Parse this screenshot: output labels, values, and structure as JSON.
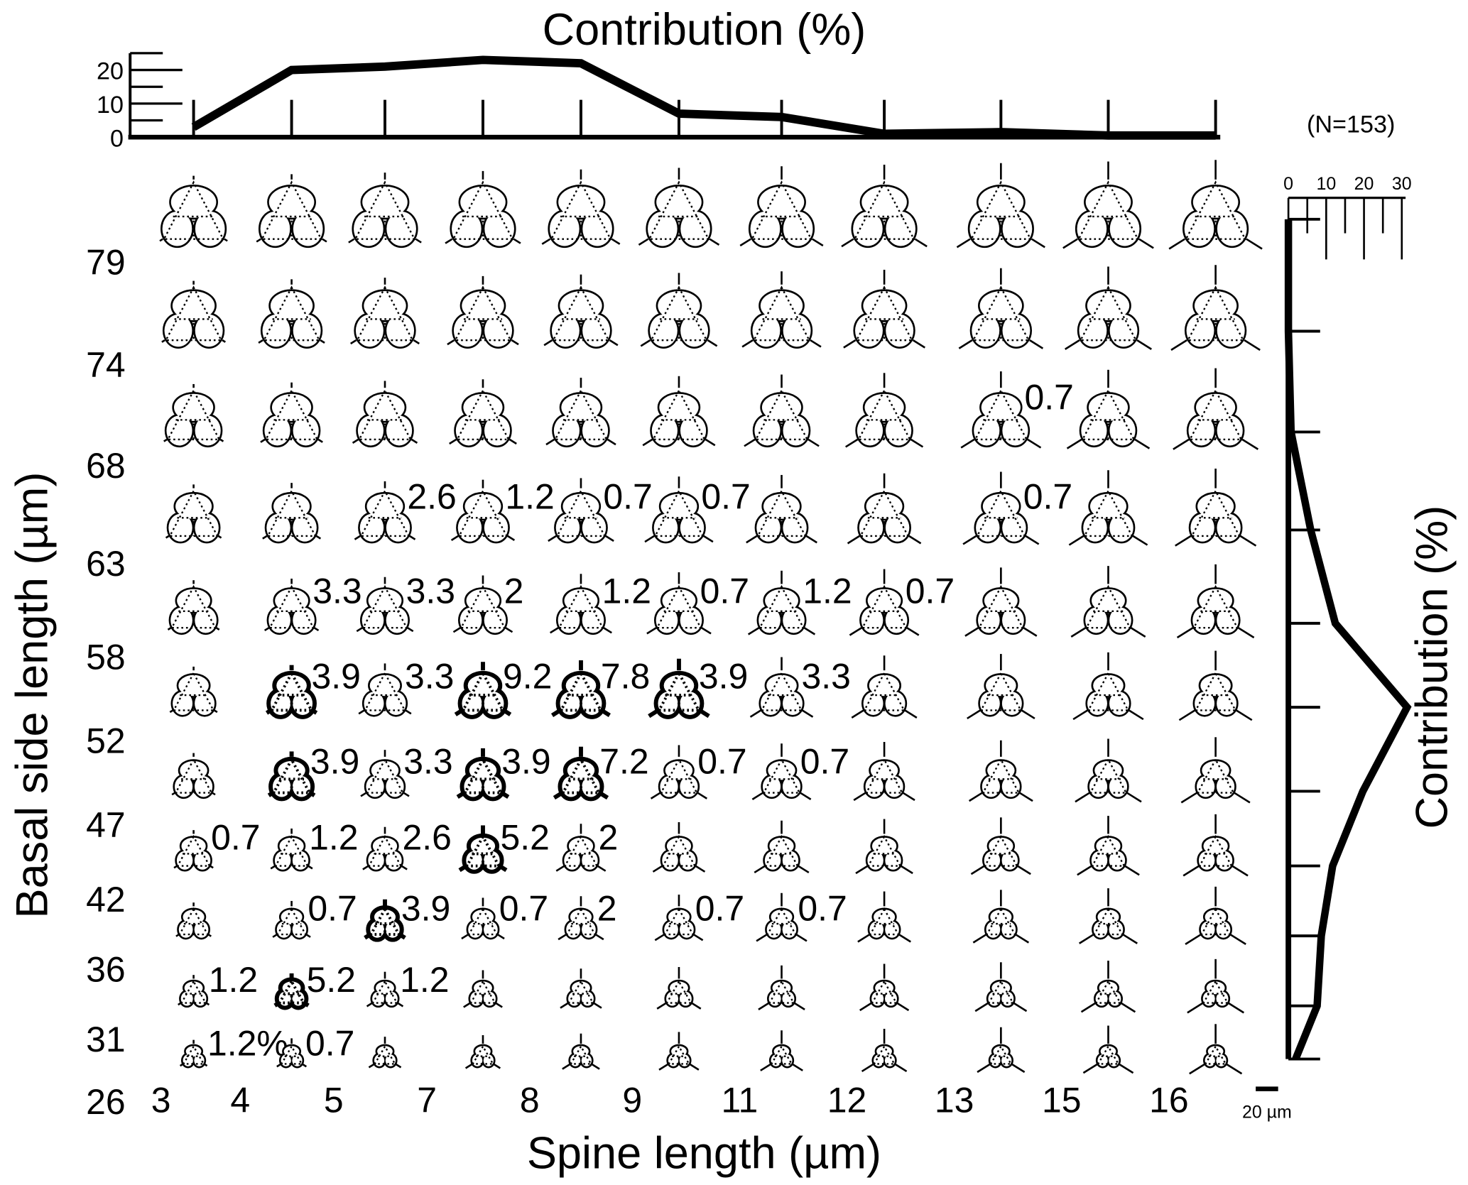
{
  "chart_data": {
    "type": "heatmap",
    "title": "Contribution (%)",
    "n_label": "(N=153)",
    "xlabel": "Spine length (µm)",
    "ylabel": "Basal side length (µm)",
    "right_label": "Contribution (%)",
    "scalebar_label": "20 µm",
    "x_ticks": [
      "3",
      "4",
      "5",
      "7",
      "8",
      "9",
      "11",
      "12",
      "13",
      "15",
      "16"
    ],
    "y_ticks": [
      "79",
      "74",
      "68",
      "63",
      "58",
      "52",
      "47",
      "42",
      "36",
      "31",
      "26"
    ],
    "top_axis_ticks": [
      "0",
      "10",
      "20"
    ],
    "top_axis_range": [
      0,
      25
    ],
    "right_axis_ticks": [
      "0",
      "10",
      "20",
      "30"
    ],
    "right_axis_range": [
      0,
      30
    ],
    "column_contribution": [
      3,
      20,
      21,
      23,
      22,
      7,
      6,
      1,
      1.5,
      0.5,
      0.5
    ],
    "row_contribution": [
      0,
      0,
      0.7,
      5.9,
      12.4,
      31.4,
      19.7,
      11.7,
      8.7,
      7.6,
      1.9
    ],
    "cells": [
      {
        "row": 2,
        "col": 8,
        "value": "0.7"
      },
      {
        "row": 3,
        "col": 2,
        "value": "2.6"
      },
      {
        "row": 3,
        "col": 3,
        "value": "1.2"
      },
      {
        "row": 3,
        "col": 4,
        "value": "0.7"
      },
      {
        "row": 3,
        "col": 5,
        "value": "0.7"
      },
      {
        "row": 3,
        "col": 8,
        "value": "0.7"
      },
      {
        "row": 4,
        "col": 1,
        "value": "3.3"
      },
      {
        "row": 4,
        "col": 2,
        "value": "3.3"
      },
      {
        "row": 4,
        "col": 3,
        "value": "2"
      },
      {
        "row": 4,
        "col": 4,
        "value": "1.2"
      },
      {
        "row": 4,
        "col": 5,
        "value": "0.7"
      },
      {
        "row": 4,
        "col": 6,
        "value": "1.2"
      },
      {
        "row": 4,
        "col": 7,
        "value": "0.7"
      },
      {
        "row": 5,
        "col": 1,
        "value": "3.9",
        "bold": true
      },
      {
        "row": 5,
        "col": 2,
        "value": "3.3"
      },
      {
        "row": 5,
        "col": 3,
        "value": "9.2",
        "bold": true
      },
      {
        "row": 5,
        "col": 4,
        "value": "7.8",
        "bold": true
      },
      {
        "row": 5,
        "col": 5,
        "value": "3.9",
        "bold": true
      },
      {
        "row": 5,
        "col": 6,
        "value": "3.3"
      },
      {
        "row": 6,
        "col": 1,
        "value": "3.9",
        "bold": true
      },
      {
        "row": 6,
        "col": 2,
        "value": "3.3"
      },
      {
        "row": 6,
        "col": 3,
        "value": "3.9",
        "bold": true
      },
      {
        "row": 6,
        "col": 4,
        "value": "7.2",
        "bold": true
      },
      {
        "row": 6,
        "col": 5,
        "value": "0.7"
      },
      {
        "row": 6,
        "col": 6,
        "value": "0.7"
      },
      {
        "row": 7,
        "col": 0,
        "value": "0.7"
      },
      {
        "row": 7,
        "col": 1,
        "value": "1.2"
      },
      {
        "row": 7,
        "col": 2,
        "value": "2.6"
      },
      {
        "row": 7,
        "col": 3,
        "value": "5.2",
        "bold": true
      },
      {
        "row": 7,
        "col": 4,
        "value": "2"
      },
      {
        "row": 8,
        "col": 1,
        "value": "0.7"
      },
      {
        "row": 8,
        "col": 2,
        "value": "3.9",
        "bold": true
      },
      {
        "row": 8,
        "col": 3,
        "value": "0.7"
      },
      {
        "row": 8,
        "col": 4,
        "value": "2"
      },
      {
        "row": 8,
        "col": 5,
        "value": "0.7"
      },
      {
        "row": 8,
        "col": 6,
        "value": "0.7"
      },
      {
        "row": 9,
        "col": 0,
        "value": "1.2"
      },
      {
        "row": 9,
        "col": 1,
        "value": "5.2",
        "bold": true
      },
      {
        "row": 9,
        "col": 2,
        "value": "1.2"
      },
      {
        "row": 10,
        "col": 0,
        "value": "1.2%"
      },
      {
        "row": 10,
        "col": 1,
        "value": "0.7"
      }
    ]
  }
}
